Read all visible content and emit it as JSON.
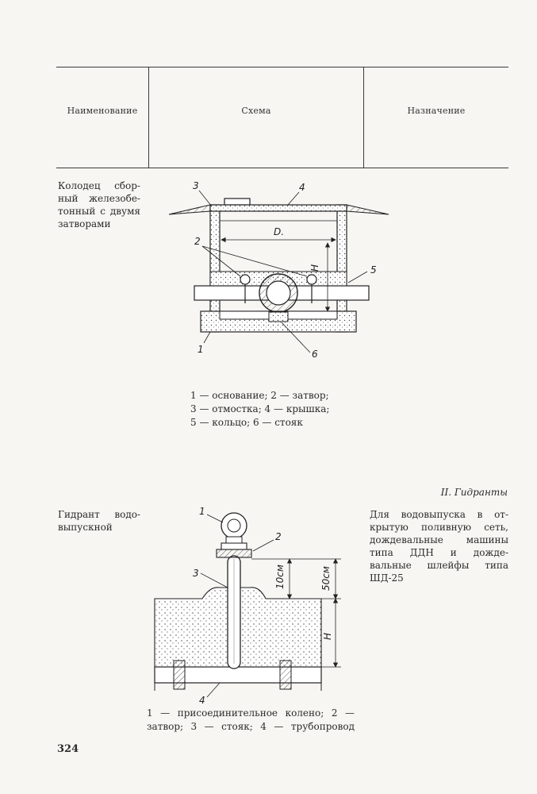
{
  "table_header": {
    "col1": "Наименование",
    "col2": "Схема",
    "col3": "Назначение"
  },
  "item1": {
    "name_lines": [
      "Колодец сбор-",
      "ный железобе-",
      "тонный с двумя",
      "затворами"
    ],
    "labels": {
      "l1": "1",
      "l2": "2",
      "l3": "3",
      "l4": "4",
      "l5": "5",
      "l6": "6",
      "D": "D.",
      "H": "H"
    },
    "caption_lines": [
      "1 — основание;  2 — затвор;",
      "3 — отмостка;    4 — крышка;",
      "5 — кольцо; 6 — стояк"
    ]
  },
  "section2_title": "II. Гидранты",
  "item2": {
    "name_lines": [
      "Гидрант водо-",
      "выпускной"
    ],
    "purpose_lines": [
      "Для водовыпуска в от-",
      "крытую поливную сеть,",
      "дождевальные    машины",
      "типа  ДДН  и  дожде-",
      "вальные шлейфы типа",
      "ШД-25"
    ],
    "labels": {
      "l1": "1",
      "l2": "2",
      "l3": "3",
      "l4": "4",
      "dim10": "10см",
      "dim50": "50см",
      "H": "H"
    },
    "caption_lines": [
      "1 — присоединительное колено; 2 —",
      "затвор;  3 — стояк;  4 — трубопровод"
    ]
  },
  "page_number": "324"
}
